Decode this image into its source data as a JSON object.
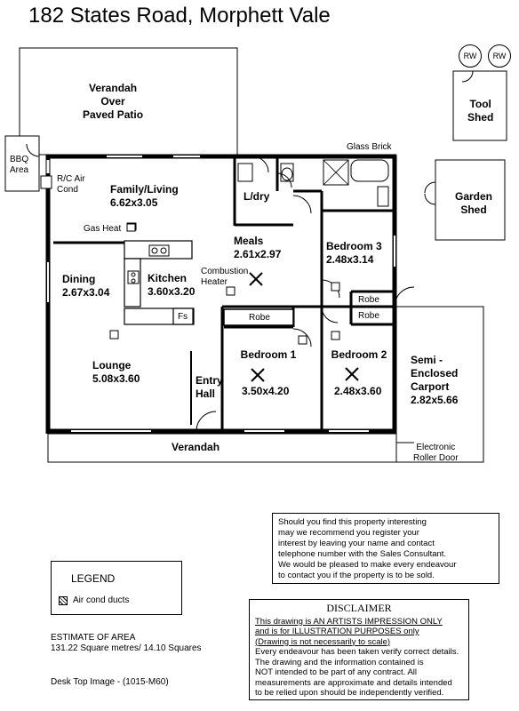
{
  "title": "182 States Road, Morphett Vale",
  "rooms": {
    "verandah_patio": [
      "Verandah",
      "Over",
      "Paved Patio"
    ],
    "bbq": [
      "BBQ",
      "Area"
    ],
    "rc_air": [
      "R/C Air",
      "Cond"
    ],
    "family_living": {
      "name": "Family/Living",
      "size": "6.62x3.05"
    },
    "gas_heat": "Gas Heat",
    "laundry": "L/dry",
    "glass_brick": "Glass Brick",
    "meals": {
      "name": "Meals",
      "size": "2.61x2.97"
    },
    "bedroom3": {
      "name": "Bedroom 3",
      "size": "2.48x3.14"
    },
    "dining": {
      "name": "Dining",
      "size": "2.67x3.04"
    },
    "kitchen": {
      "name": "Kitchen",
      "size": "3.60x3.20"
    },
    "combustion": [
      "Combustion",
      "Heater"
    ],
    "robe": "Robe",
    "fs": "Fs",
    "bedroom1": {
      "name": "Bedroom 1",
      "size": "3.50x4.20"
    },
    "bedroom2": {
      "name": "Bedroom 2",
      "size": "2.48x3.60"
    },
    "lounge": {
      "name": "Lounge",
      "size": "5.08x3.60"
    },
    "entry_hall": [
      "Entry",
      "Hall"
    ],
    "carport": {
      "lines": [
        "Semi -",
        "Enclosed",
        "Carport"
      ],
      "size": "2.82x5.66"
    },
    "verandah_front": "Verandah",
    "roller_door": [
      "Electronic",
      "Roller Door"
    ],
    "tool_shed": [
      "Tool",
      "Shed"
    ],
    "garden_shed": [
      "Garden",
      "Shed"
    ],
    "rw": "RW"
  },
  "info_text": [
    "Should you find this property interesting",
    "may we recommend you register your",
    "interest by leaving your name and contact",
    "telephone number with the Sales Consultant.",
    "We would be pleased to make every endeavour",
    "to contact you if the property is to be sold."
  ],
  "legend": {
    "title": "LEGEND",
    "item": "Air cond ducts"
  },
  "area": {
    "title": "ESTIMATE OF AREA",
    "value": "131.22 Square metres/  14.10 Squares"
  },
  "desk_top": "Desk Top Image - (1015-M60)",
  "disclaimer": {
    "title": "DISCLAIMER",
    "underlined": [
      "This drawing is AN ARTISTS IMPRESSION ONLY",
      "and is for ILLUSTRATION PURPOSES only",
      "(Drawing is not necessarily to scale)"
    ],
    "lines": [
      "Every endeavour has been taken verify correct details.",
      "The drawing and the information contained is",
      "NOT intended to be part of any contract.  All",
      "measurements are approximate and details intended",
      "to be relied upon should be independently verified."
    ]
  }
}
